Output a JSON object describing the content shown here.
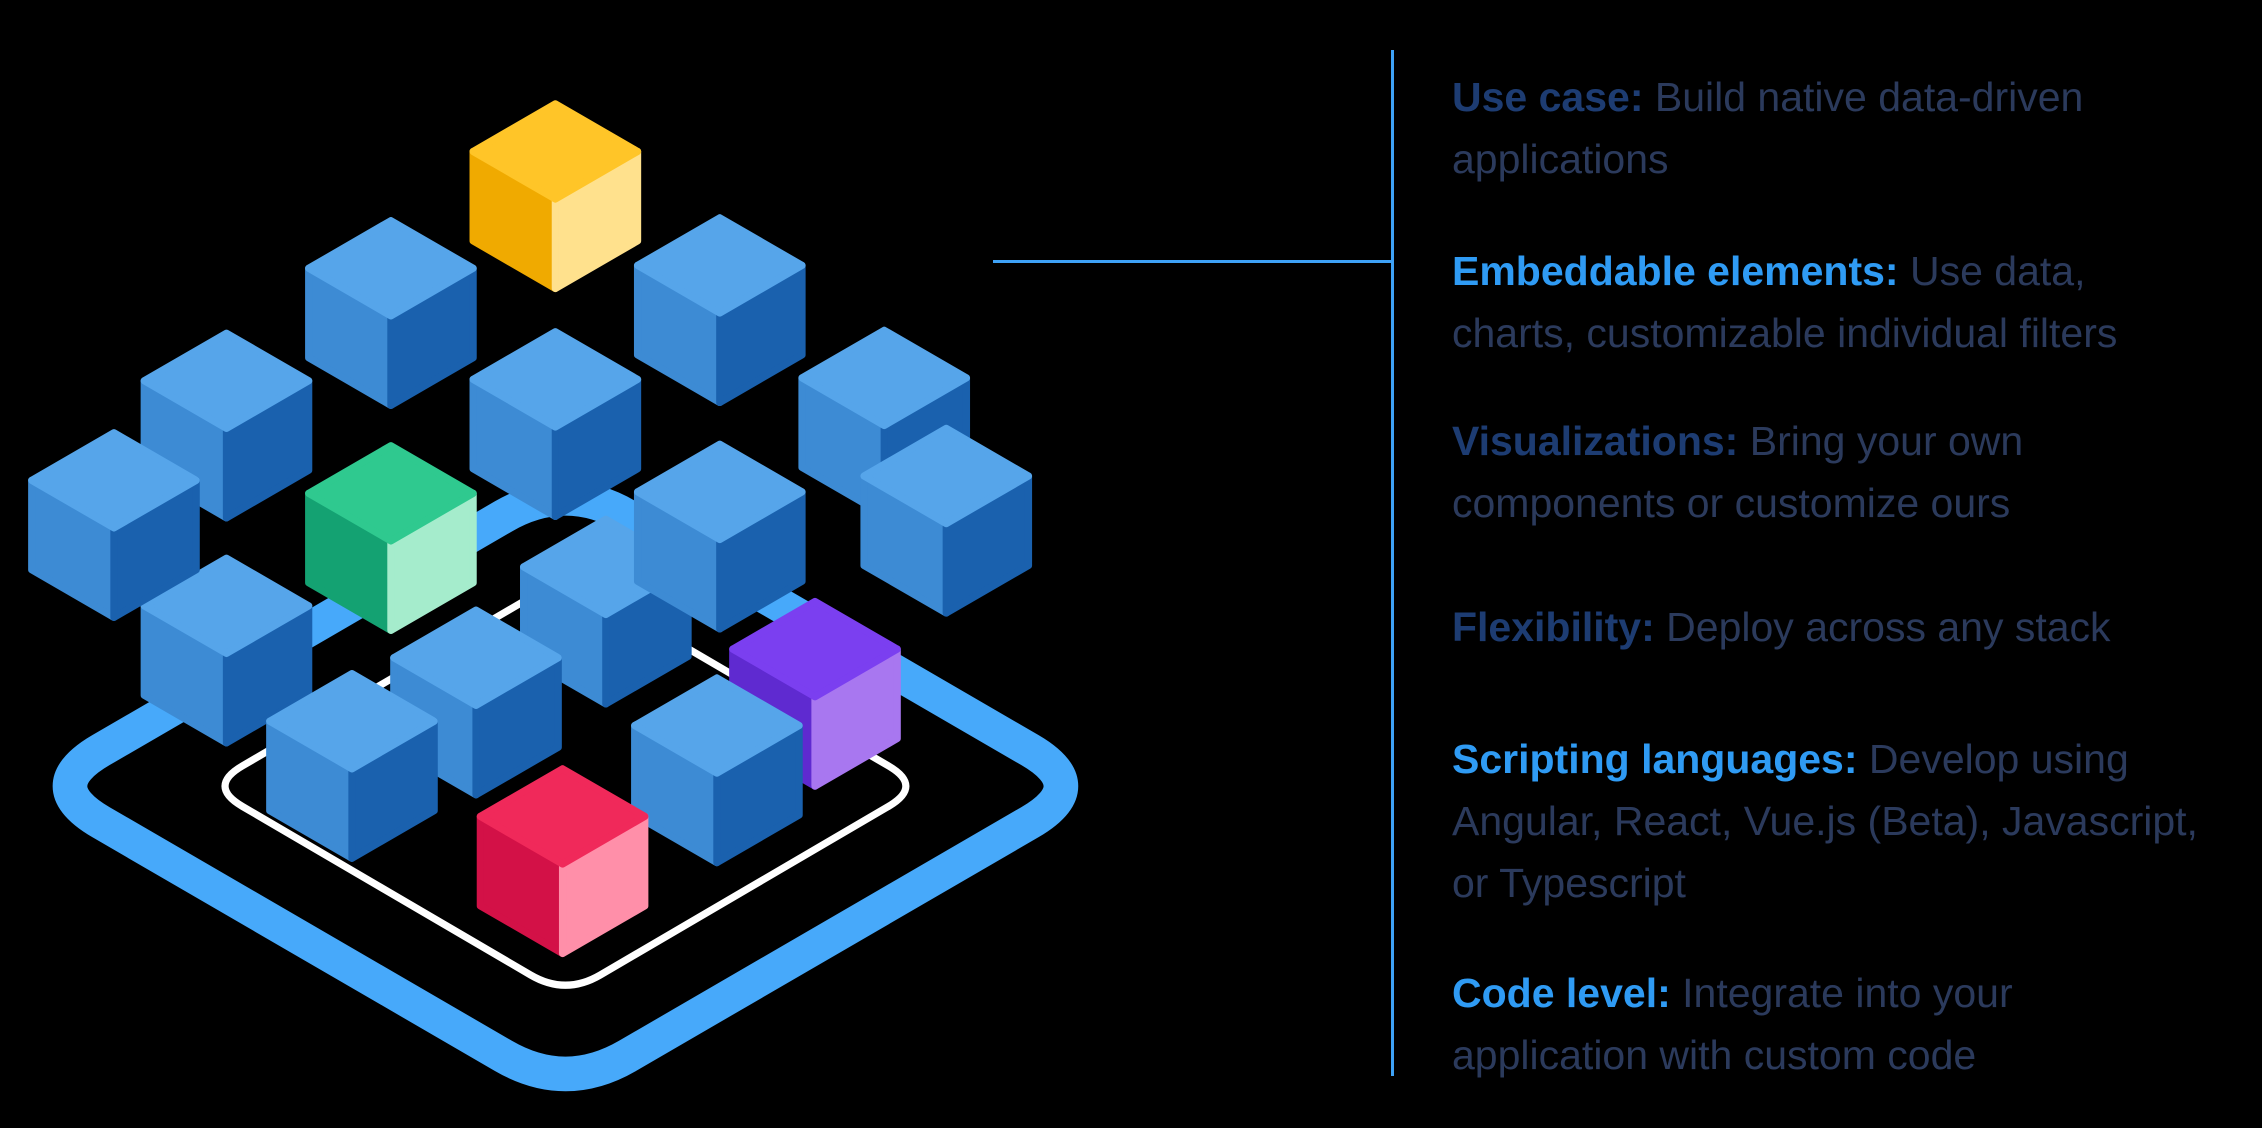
{
  "page": {
    "title": "Embedded analytics feature overview"
  },
  "colors": {
    "background": "#000000",
    "accent_line": "#3ea2f7",
    "label_navy": "#1d3c72",
    "label_bright": "#2f9bf4",
    "body_text": "#2b3a5c"
  },
  "illustration": {
    "name": "isometric-cube-grid",
    "colors": {
      "blue_top": "#56a5ea",
      "blue_left": "#3d8bd4",
      "blue_right": "#1a61ae",
      "yellow_top": "#ffc528",
      "yellow_left": "#f0aa00",
      "yellow_right": "#ffe18d",
      "green_top": "#2fc98f",
      "green_left": "#14a272",
      "green_right": "#a5eccc",
      "purple_top": "#7b3ff0",
      "purple_left": "#5f2ad0",
      "purple_right": "#a877f0",
      "red_top": "#f0295a",
      "red_left": "#d31147",
      "red_right": "#ff8fa9",
      "platform": "#47a9fa",
      "platform_inner": "#ffffff"
    }
  },
  "features": [
    {
      "label": "Use case:",
      "text": "Build native data-driven applications"
    },
    {
      "label": "Embeddable elements:",
      "text": "Use data, charts, customizable individual filters"
    },
    {
      "label": "Visualizations:",
      "text": "Bring your own components or customize ours"
    },
    {
      "label": "Flexibility:",
      "text": "Deploy across any stack"
    },
    {
      "label": "Scripting languages:",
      "text": "Develop using Angular, React, Vue.js (Beta), Javascript, or Typescript"
    },
    {
      "label": "Code level:",
      "text": "Integrate into your application with custom code"
    }
  ]
}
